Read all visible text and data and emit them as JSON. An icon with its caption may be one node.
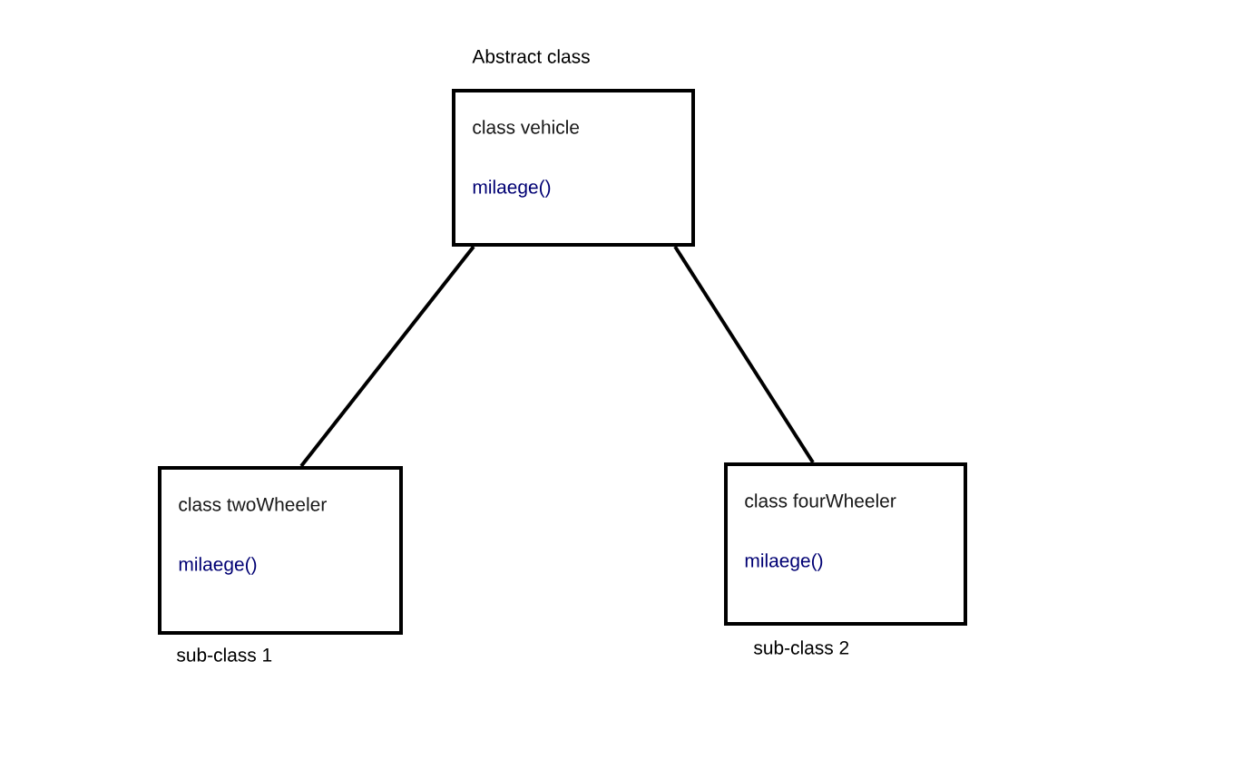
{
  "diagram": {
    "nodes": [
      {
        "text": [
          "class vehicle",
          "milaege()"
        ],
        "beside": [
          "Abstract class"
        ]
      },
      {
        "text": [
          "class twoWheeler",
          "milaege()"
        ],
        "beside": [
          "sub-class 1"
        ]
      },
      {
        "text": [
          "class fourWheeler",
          "milaege()"
        ],
        "beside": [
          "sub-class 2"
        ]
      }
    ],
    "edges": [
      {
        "from": 0,
        "to": 1,
        "arrow": "none"
      },
      {
        "from": 0,
        "to": 2,
        "arrow": "none"
      }
    ]
  }
}
